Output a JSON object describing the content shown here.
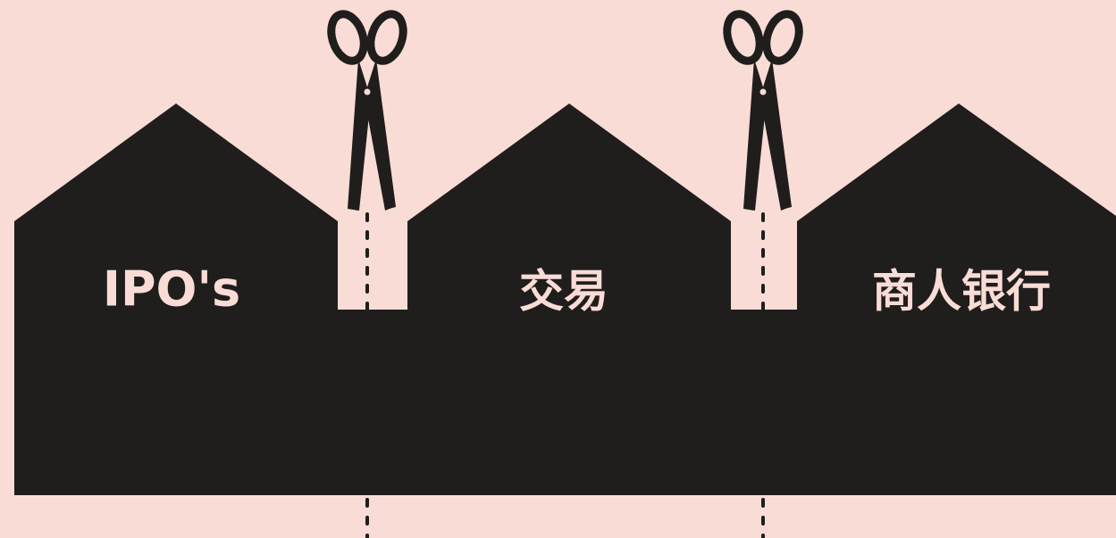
{
  "houses": [
    {
      "label": "IPO's"
    },
    {
      "label": "交易"
    },
    {
      "label": "商人银行"
    }
  ],
  "colors": {
    "background": "#fadcd6",
    "house": "#1f1e1c",
    "label": "#fadcd6",
    "scissors": "#1f1e1c",
    "cut_line": "#1f1e1c"
  },
  "icons": [
    "scissors-icon",
    "scissors-icon"
  ]
}
